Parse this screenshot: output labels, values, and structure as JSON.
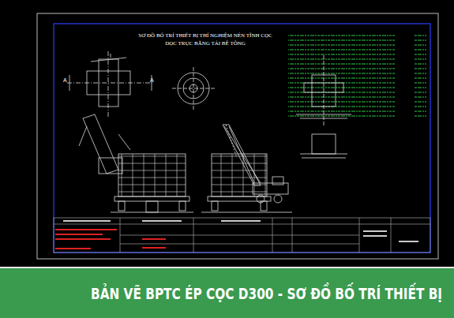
{
  "diagram": {
    "title": "SƠ ĐỒ BỐ TRÍ THIẾT BỊ THÍ NGHIỆM NÉN TĨNH CỌC DỌC TRỤC BẰNG TẢI BÊ TÔNG",
    "caption": "BẢN VẼ BPTC ÉP CỌC D300 - SƠ ĐỒ BỐ TRÍ THIẾT BỊ",
    "labels": [
      "A",
      "A"
    ]
  }
}
